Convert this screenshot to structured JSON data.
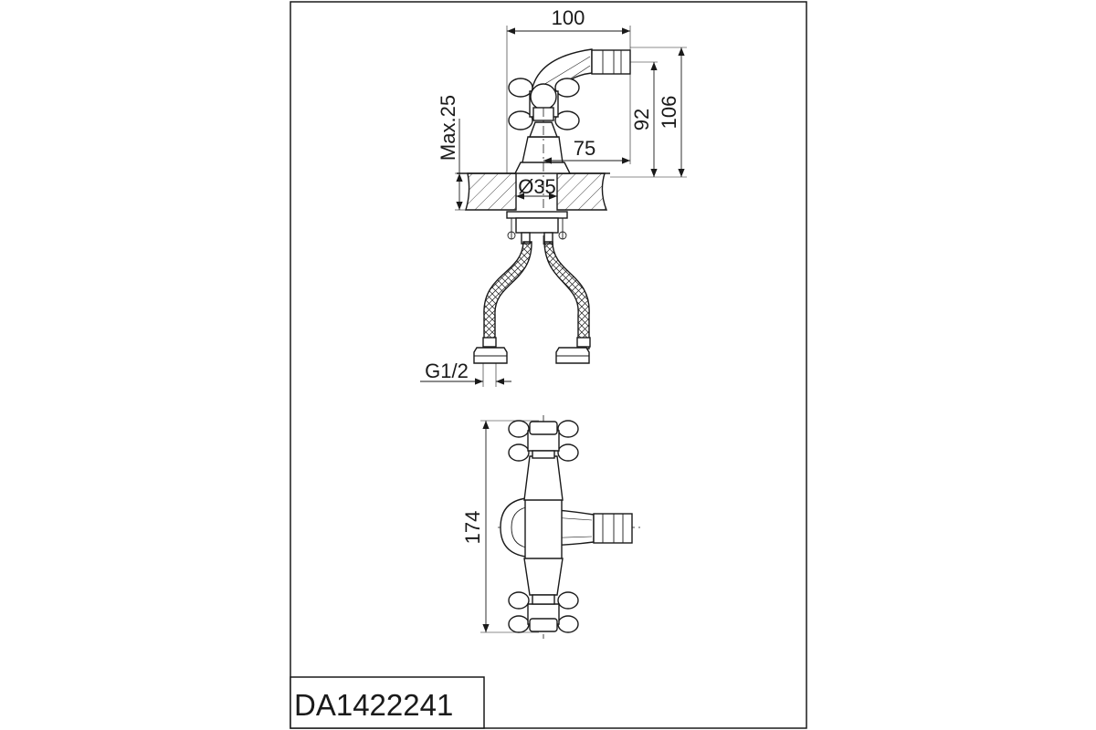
{
  "drawing": {
    "model_code": "DA1422241",
    "dimensions": {
      "width_total": "100",
      "height_total": "106",
      "spout_height": "92",
      "spout_reach": "75",
      "mount_thickness": "Max.25",
      "hole_diameter": "Ø35",
      "connection_thread": "G1/2",
      "handle_span": "174"
    }
  }
}
